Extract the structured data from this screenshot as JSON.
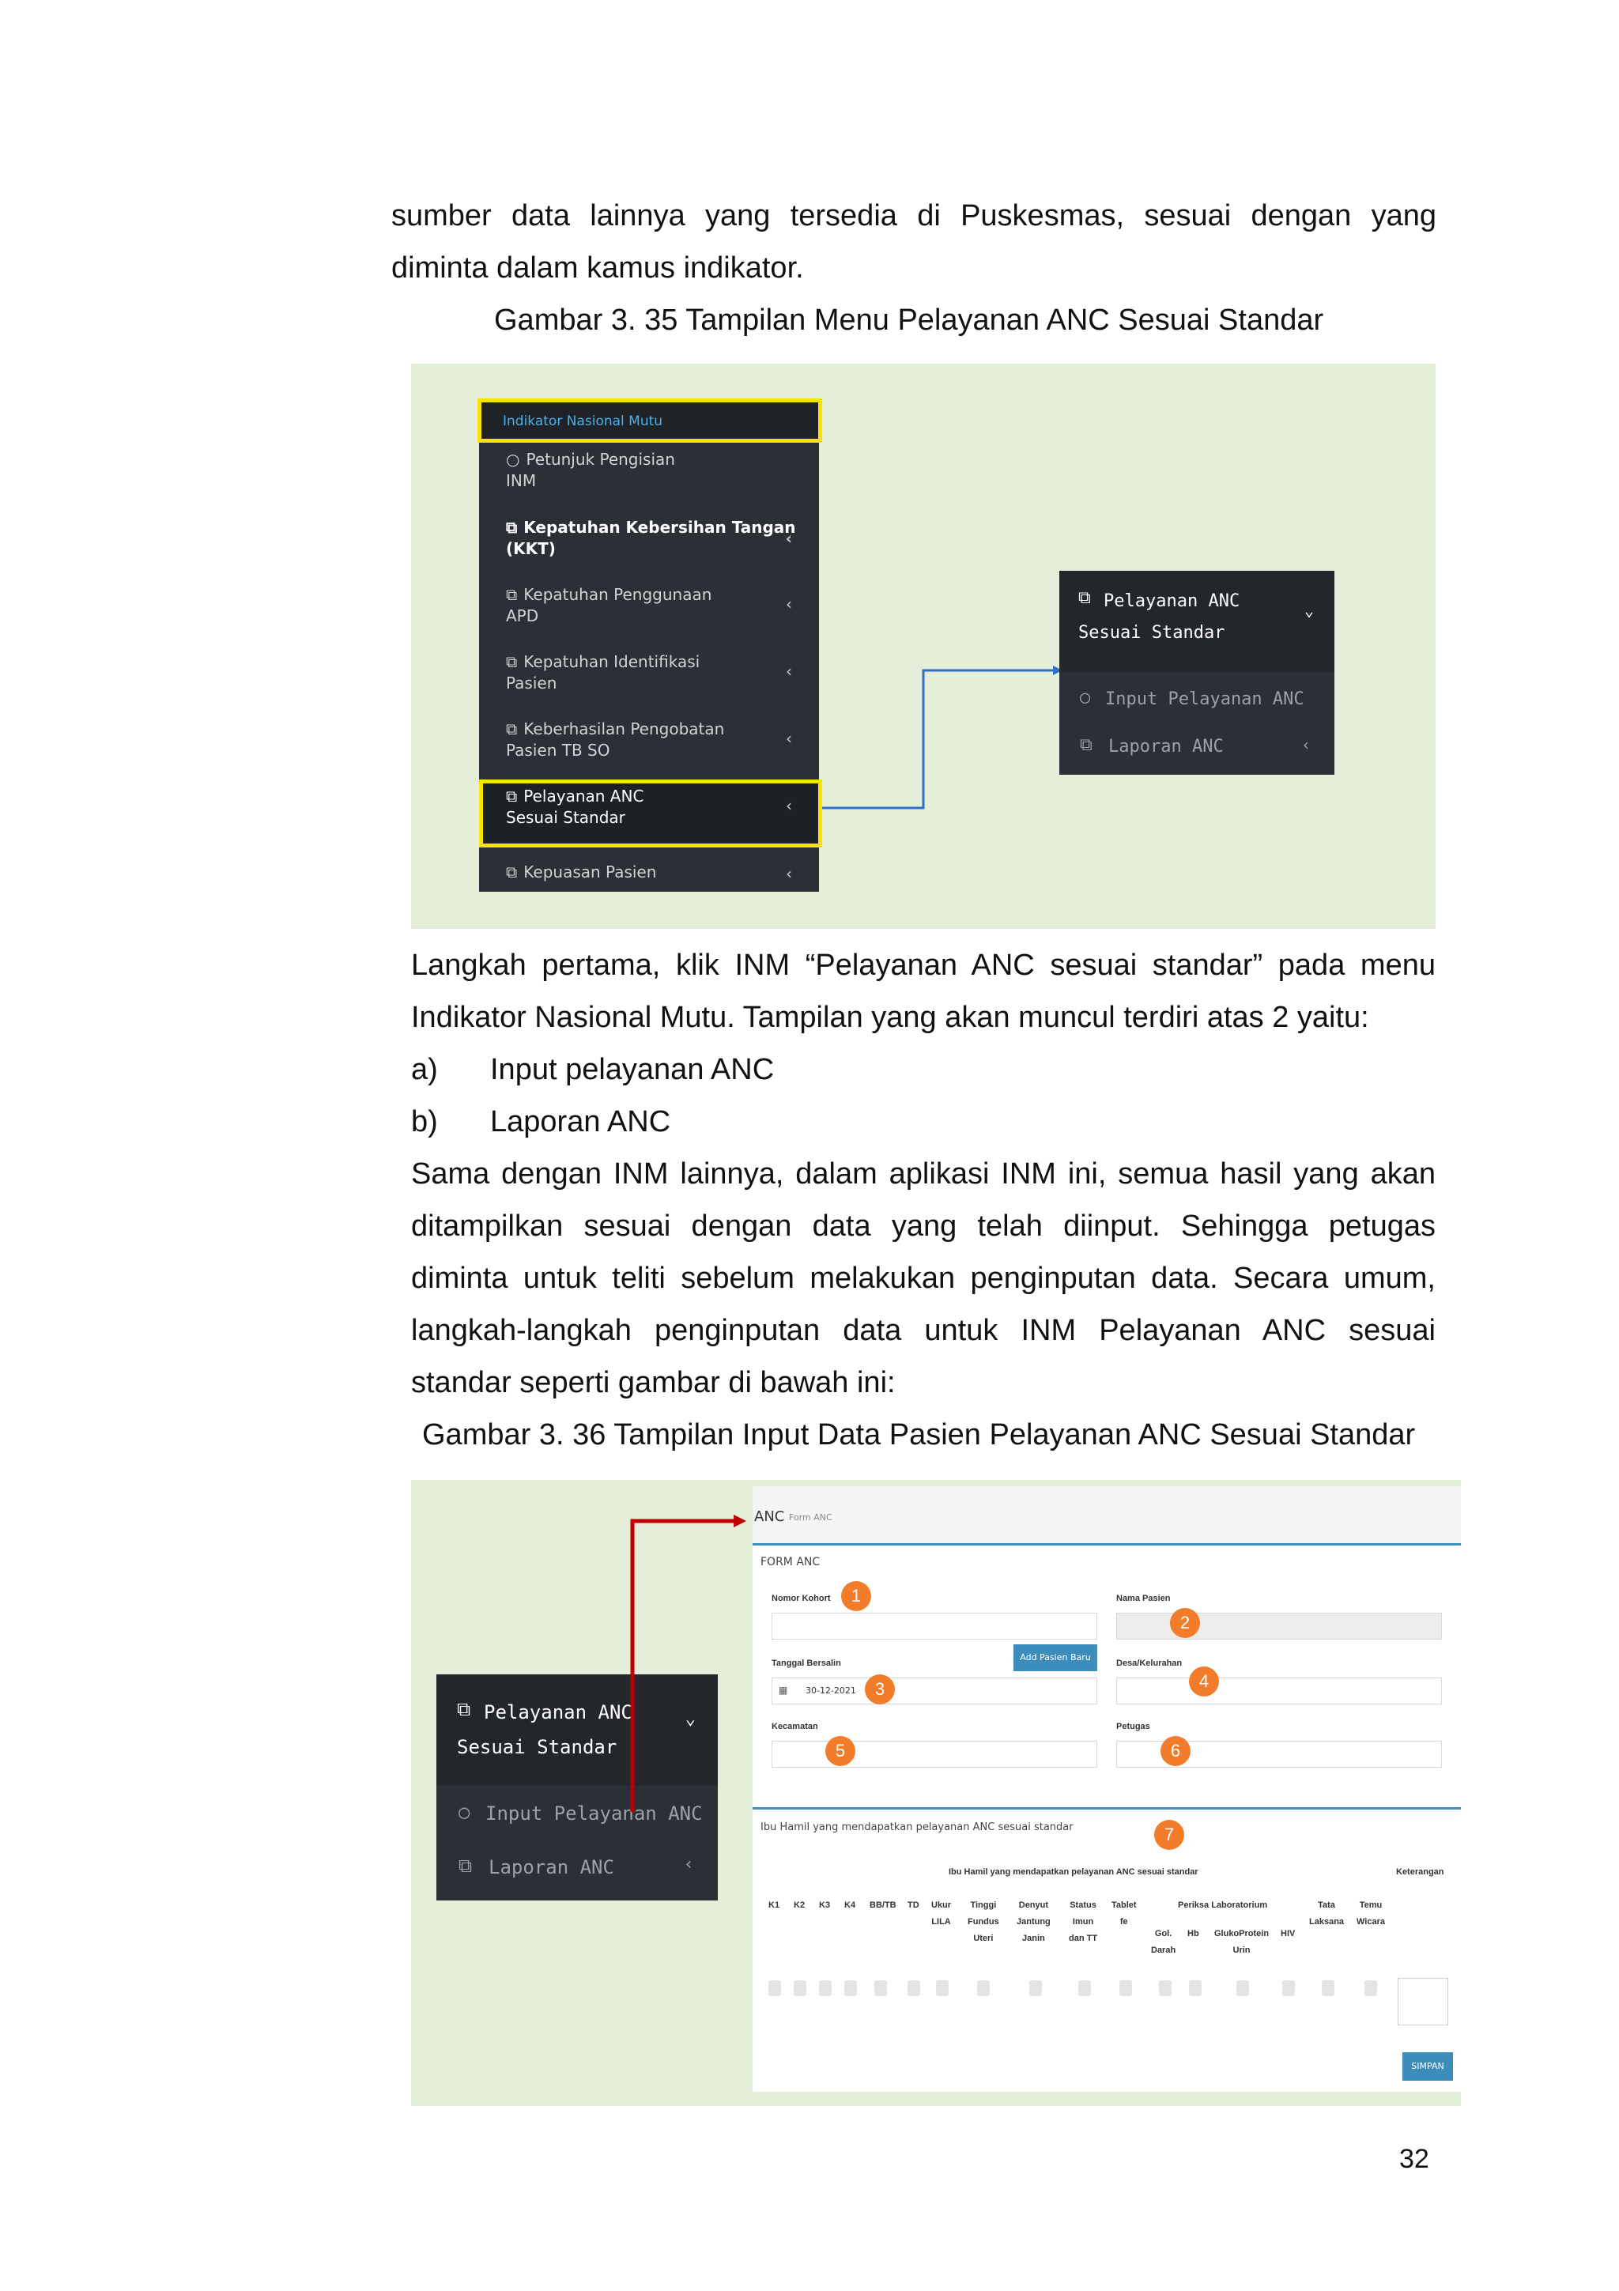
{
  "intro_text": "sumber data lainnya yang tersedia di Puskesmas, sesuai dengan yang diminta dalam kamus indikator.",
  "figure1_caption": "Gambar 3. 35 Tampilan Menu Pelayanan ANC Sesuai Standar",
  "menu": {
    "header": "Indikator Nasional Mutu",
    "items": [
      {
        "l1": "Petunjuk Pengisian",
        "l2": "INM"
      },
      {
        "l1": "Kepatuhan Kebersihan Tangan",
        "l2": "(KKT)"
      },
      {
        "l1": "Kepatuhan Penggunaan",
        "l2": "APD"
      },
      {
        "l1": "Kepatuhan Identifikasi",
        "l2": "Pasien"
      },
      {
        "l1": "Keberhasilan Pengobatan",
        "l2": "Pasien TB SO"
      },
      {
        "l1": "Pelayanan ANC",
        "l2": "Sesuai Standar"
      },
      {
        "l1": "Kepuasan Pasien",
        "l2": ""
      }
    ]
  },
  "submenu": {
    "title_l1": "Pelayanan ANC",
    "title_l2": "Sesuai Standar",
    "item_input": "Input Pelayanan ANC",
    "item_laporan": "Laporan ANC"
  },
  "para1": "Langkah pertama, klik INM “Pelayanan ANC sesuai standar” pada menu Indikator Nasional Mutu. Tampilan yang akan muncul terdiri atas 2 yaitu:",
  "list": [
    {
      "marker": "a)",
      "text": "Input pelayanan ANC"
    },
    {
      "marker": "b)",
      "text": "Laporan ANC"
    }
  ],
  "para2": "Sama dengan INM lainnya, dalam aplikasi INM ini, semua hasil yang akan ditampilkan sesuai dengan data yang telah diinput. Sehingga petugas diminta untuk teliti sebelum melakukan penginputan data. Secara umum, langkah-langkah penginputan data untuk INM Pelayanan ANC sesuai standar seperti gambar di bawah ini:",
  "figure2_caption": "Gambar 3. 36 Tampilan Input Data Pasien Pelayanan ANC Sesuai Standar",
  "form": {
    "page_title": "ANC",
    "page_subtitle": "Form ANC",
    "section_title": "FORM ANC",
    "nomor_kohort": "Nomor Kohort",
    "nama_pasien": "Nama Pasien",
    "add_button": "Add Pasien Baru",
    "tanggal_bersalin": "Tanggal Bersalin",
    "tanggal_value": "30-12-2021",
    "desa": "Desa/Kelurahan",
    "kecamatan": "Kecamatan",
    "petugas": "Petugas",
    "section2_title": "Ibu Hamil yang mendapatkan pelayanan ANC sesuai standar",
    "table_group": "Ibu Hamil yang mendapatkan pelayanan ANC sesuai standar",
    "keterangan": "Keterangan",
    "cols": [
      "K1",
      "K2",
      "K3",
      "K4",
      "BB/TB",
      "TD"
    ],
    "col_ukur": [
      "Ukur",
      "LILA"
    ],
    "col_tinggi": [
      "Tinggi",
      "Fundus",
      "Uteri"
    ],
    "col_denyut": [
      "Denyut",
      "Jantung",
      "Janin"
    ],
    "col_status": [
      "Status",
      "Imun",
      "dan TT"
    ],
    "col_tablet": [
      "Tablet",
      "fe"
    ],
    "periksa": "Periksa Laboratorium",
    "col_gol": [
      "Gol.",
      "Darah"
    ],
    "col_hb": "Hb",
    "col_gluko": [
      "GlukoProtein",
      "Urin"
    ],
    "col_hiv": "HIV",
    "col_tata": [
      "Tata",
      "Laksana"
    ],
    "col_temu": [
      "Temu",
      "Wicara"
    ],
    "simpan": "SIMPAN"
  },
  "markers": [
    "1",
    "2",
    "3",
    "4",
    "5",
    "6",
    "7"
  ],
  "page_number": "32",
  "colors": {
    "highlight": "#f5e300",
    "arrow_blue": "#2f6fc4",
    "arrow_red": "#c00000",
    "marker": "#f27c2a",
    "figure_bg": "#e4eed8",
    "menu_bg": "#2b3036"
  }
}
